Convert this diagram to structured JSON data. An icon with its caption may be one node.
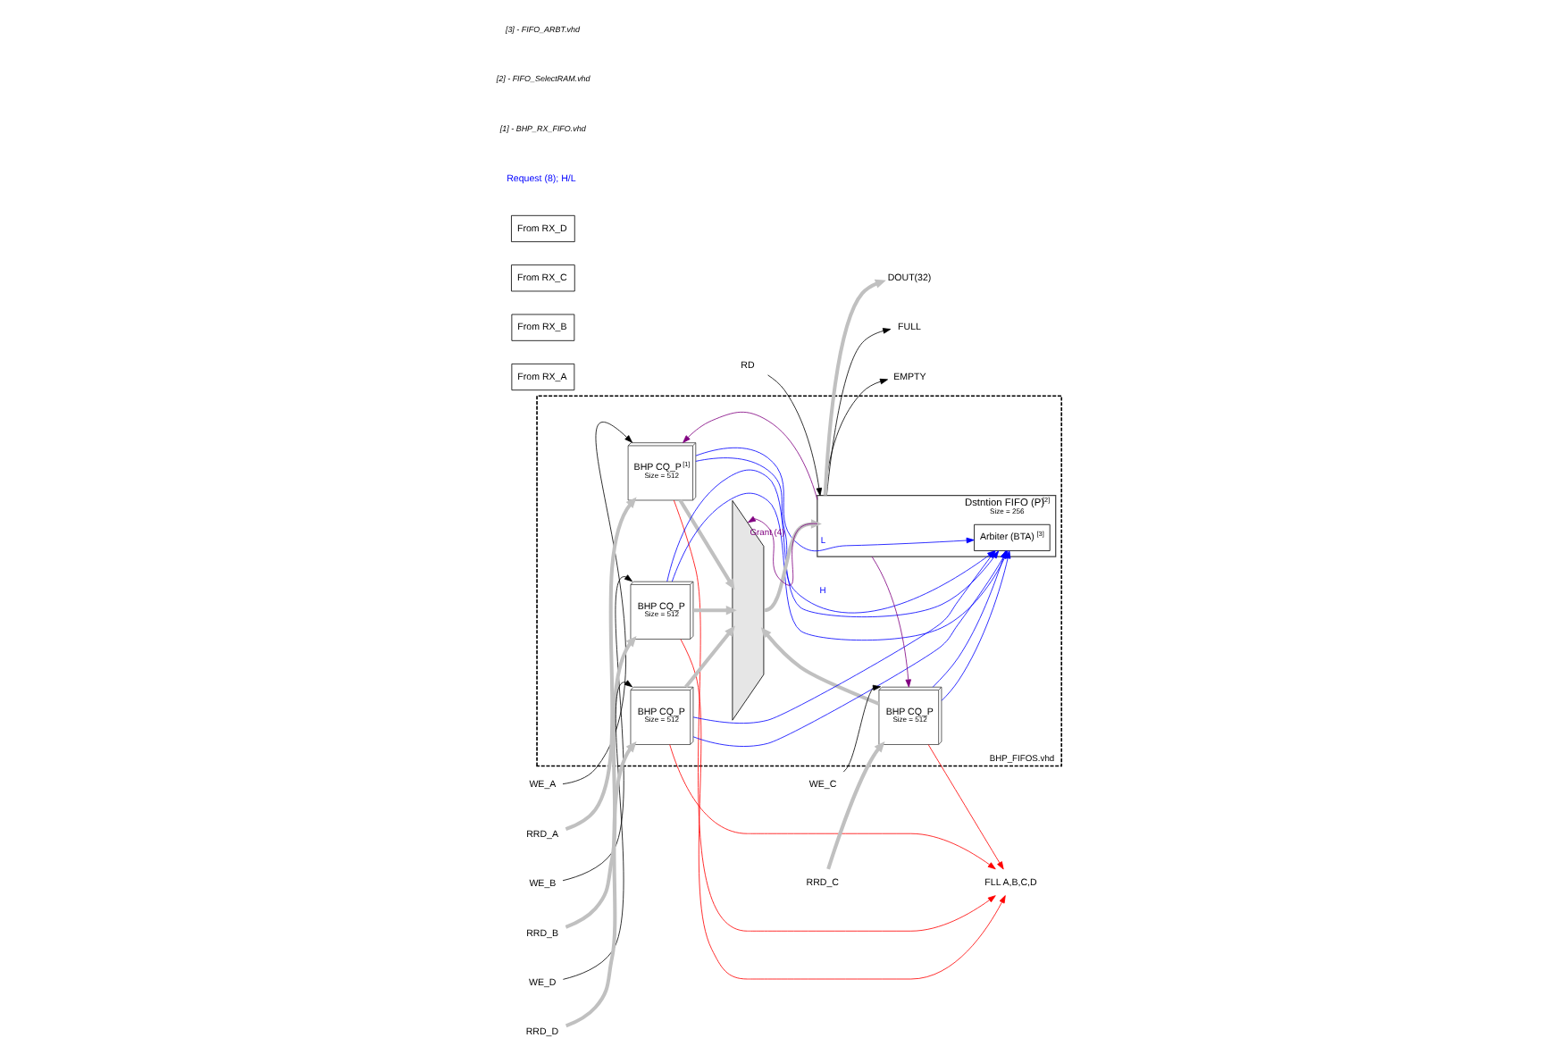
{
  "diagram": {
    "nodes": [
      {
        "text": [
          "BHP_FIFOS.vhd"
        ]
      },
      {
        "text": [
          "From RX_A"
        ]
      },
      {
        "text": [
          "From RX_B"
        ]
      },
      {
        "text": [
          "From RX_C"
        ]
      },
      {
        "text": [
          "From RX_D"
        ]
      },
      {
        "text": [
          "BHP CQ_P$^{[1]}$",
          "Size = 512"
        ],
        "in": 0
      },
      {
        "text": [
          "BHP CQ_P",
          "Size = 512"
        ],
        "in": 0
      },
      {
        "text": [
          "BHP CQ_P",
          "Size = 512"
        ],
        "in": 0
      },
      {
        "text": [
          "BHP CQ_P",
          "Size = 512"
        ],
        "in": 0
      },
      {
        "text": [],
        "shape": "trapezoid",
        "in": 0
      },
      {
        "text": [
          "Dstntion FIFO (P)$^{[2]}$",
          "Size = 256"
        ],
        "in": 0
      },
      {
        "text": [
          "Arbiter (BTA)$^{[3]}$"
        ],
        "in": 10
      },
      {
        "text": [
          "FULL"
        ]
      },
      {
        "text": [
          "EMPTY"
        ]
      },
      {
        "text": [
          "RD"
        ]
      },
      {
        "text": [
          "DOUT(32)"
        ]
      },
      {
        "text": [
          "FLL A,B,C,D"
        ]
      },
      {
        "text": [
          "WE_A"
        ]
      },
      {
        "text": [
          "RRD_A"
        ]
      },
      {
        "text": [
          "WE_B"
        ]
      },
      {
        "text": [
          "RRD_B"
        ]
      },
      {
        "text": [
          "WE_C"
        ]
      },
      {
        "text": [
          "RRD_C"
        ]
      },
      {
        "text": [
          "WE_D"
        ]
      },
      {
        "text": [
          "RRD_D"
        ]
      }
    ],
    "edges": [
      {
        "from": 17,
        "to": 5,
        "arrow": "to",
        "color": "#000000"
      },
      {
        "from": 18,
        "to": 5,
        "arrow": "to",
        "style": "thick",
        "color": "#c0c0c0"
      },
      {
        "from": 19,
        "to": 6,
        "arrow": "to",
        "color": "#000000"
      },
      {
        "from": 20,
        "to": 6,
        "arrow": "to",
        "style": "thick",
        "color": "#c0c0c0"
      },
      {
        "from": 21,
        "to": 7,
        "arrow": "to",
        "color": "#000000"
      },
      {
        "from": 22,
        "to": 7,
        "arrow": "to",
        "style": "thick",
        "color": "#c0c0c0"
      },
      {
        "from": 23,
        "to": 8,
        "arrow": "to",
        "color": "#000000"
      },
      {
        "from": 24,
        "to": 8,
        "arrow": "to",
        "style": "thick",
        "color": "#c0c0c0"
      },
      {
        "from": 5,
        "to": 11,
        "arrow": "to",
        "label": "H",
        "color": "#0000ff"
      },
      {
        "from": 5,
        "to": 11,
        "arrow": "to",
        "label": "L",
        "color": "#0000ff"
      },
      {
        "from": 6,
        "to": 11,
        "arrow": "to",
        "color": "#0000ff"
      },
      {
        "from": 6,
        "to": 11,
        "arrow": "to",
        "color": "#0000ff"
      },
      {
        "from": 7,
        "to": 11,
        "arrow": "to",
        "color": "#0000ff"
      },
      {
        "from": 7,
        "to": 11,
        "arrow": "to",
        "color": "#0000ff"
      },
      {
        "from": 8,
        "to": 11,
        "arrow": "to",
        "color": "#0000ff"
      },
      {
        "from": 8,
        "to": 11,
        "arrow": "to",
        "color": "#0000ff"
      },
      {
        "from": 5,
        "to": 16,
        "arrow": "to",
        "color": "#ff0000"
      },
      {
        "from": 6,
        "to": 16,
        "arrow": "to",
        "color": "#ff0000"
      },
      {
        "from": 7,
        "to": 16,
        "arrow": "to",
        "color": "#ff0000"
      },
      {
        "from": 8,
        "to": 16,
        "arrow": "to",
        "color": "#ff0000"
      },
      {
        "from": 10,
        "to": 9,
        "arrow": "to",
        "label": "Grant (4)",
        "color": "#800080"
      },
      {
        "from": 10,
        "to": 5,
        "arrow": "to",
        "color": "#800080"
      },
      {
        "from": 10,
        "to": 7,
        "arrow": "to",
        "color": "#800080"
      },
      {
        "from": 5,
        "to": 9,
        "arrow": "to",
        "style": "thick",
        "color": "#c0c0c0"
      },
      {
        "from": 6,
        "to": 9,
        "arrow": "to",
        "style": "thick",
        "color": "#c0c0c0"
      },
      {
        "from": 7,
        "to": 9,
        "arrow": "to",
        "style": "thick",
        "color": "#c0c0c0"
      },
      {
        "from": 8,
        "to": 9,
        "arrow": "to",
        "style": "thick",
        "color": "#c0c0c0"
      },
      {
        "from": 9,
        "to": 10,
        "arrow": "to",
        "style": "thick",
        "color": "#c0c0c0"
      },
      {
        "from": 10,
        "to": 12,
        "arrow": "to",
        "color": "#000000"
      },
      {
        "from": 10,
        "to": 13,
        "arrow": "to",
        "color": "#000000"
      },
      {
        "from": 14,
        "to": 10,
        "arrow": "to",
        "color": "#000000"
      },
      {
        "from": 10,
        "to": 15,
        "arrow": "to",
        "style": "thick",
        "color": "#c0c0c0"
      }
    ],
    "labels": [
      "Request (8); H/L",
      "[1] - BHP_RX_FIFO.vhd",
      "[2] - FIFO_SelectRAM.vhd",
      "[3] - FIFO_ARBT.vhd"
    ]
  }
}
